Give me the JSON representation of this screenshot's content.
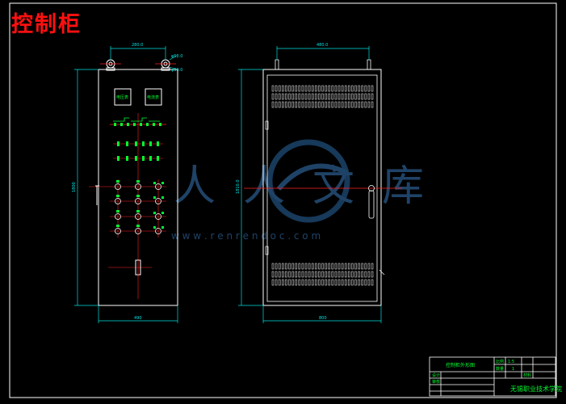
{
  "drawing": {
    "title": "控制柜",
    "watermark_text": "人人文库",
    "watermark_url": "w w w . r e n r e n d o c . c o m",
    "front_view": {
      "top_dim": "280.0",
      "height_dim": "1800",
      "bottom_dim": "490",
      "eye_bolt_dim_1": "φ52.0",
      "eye_bolt_dim_2": "φ30.0",
      "panel_label_left": "电压表",
      "panel_label_right": "电流表"
    },
    "side_view": {
      "top_dim": "480.0",
      "height_dim": "1810.0",
      "bottom_dim": "800"
    },
    "title_block": {
      "drawing_name": "控制柜外形图",
      "scale_label": "比例",
      "scale_value": "1:5",
      "sheet_label": "数量",
      "sheet_value": "1",
      "designer_label": "设计",
      "checker_label": "审核",
      "material_label": "材料",
      "school": "无锡职业技术学院"
    }
  },
  "colors": {
    "background": "#000000",
    "frame": "#ffffff",
    "dimension": "#00e0e0",
    "symbol": "#00ff33",
    "centerline": "#ff2020",
    "title": "#ff1010",
    "watermark": "#2a5a8a"
  }
}
